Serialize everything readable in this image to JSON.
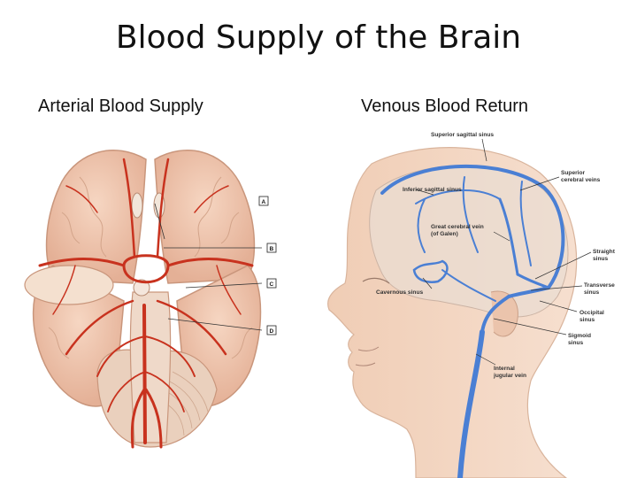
{
  "title": "Blood Supply of the Brain",
  "left_panel": {
    "heading": "Arterial Blood Supply",
    "markers": [
      "A",
      "B",
      "C",
      "D"
    ]
  },
  "right_panel": {
    "heading": "Venous Blood Return",
    "labels": {
      "superior_sagittal_sinus": "Superior sagittal sinus",
      "superior_cerebral_veins": [
        "Superior",
        "cerebral veins"
      ],
      "inferior_sagittal_sinus": "Inferior sagittal sinus",
      "great_cerebral_vein": [
        "Great cerebral vein",
        "(of Galen)"
      ],
      "straight_sinus": [
        "Straight",
        "sinus"
      ],
      "transverse_sinus": [
        "Transverse",
        "sinus"
      ],
      "cavernous_sinus": "Cavernous sinus",
      "occipital_sinus": [
        "Occipital",
        "sinus"
      ],
      "sigmoid_sinus": [
        "Sigmoid",
        "sinus"
      ],
      "internal_jugular_vein": [
        "Internal",
        "jugular vein"
      ]
    }
  },
  "colors": {
    "artery": "#c8321e",
    "vein": "#4a7fd4",
    "brain": "#f0c8b0",
    "skin": "#f3d6c2"
  }
}
